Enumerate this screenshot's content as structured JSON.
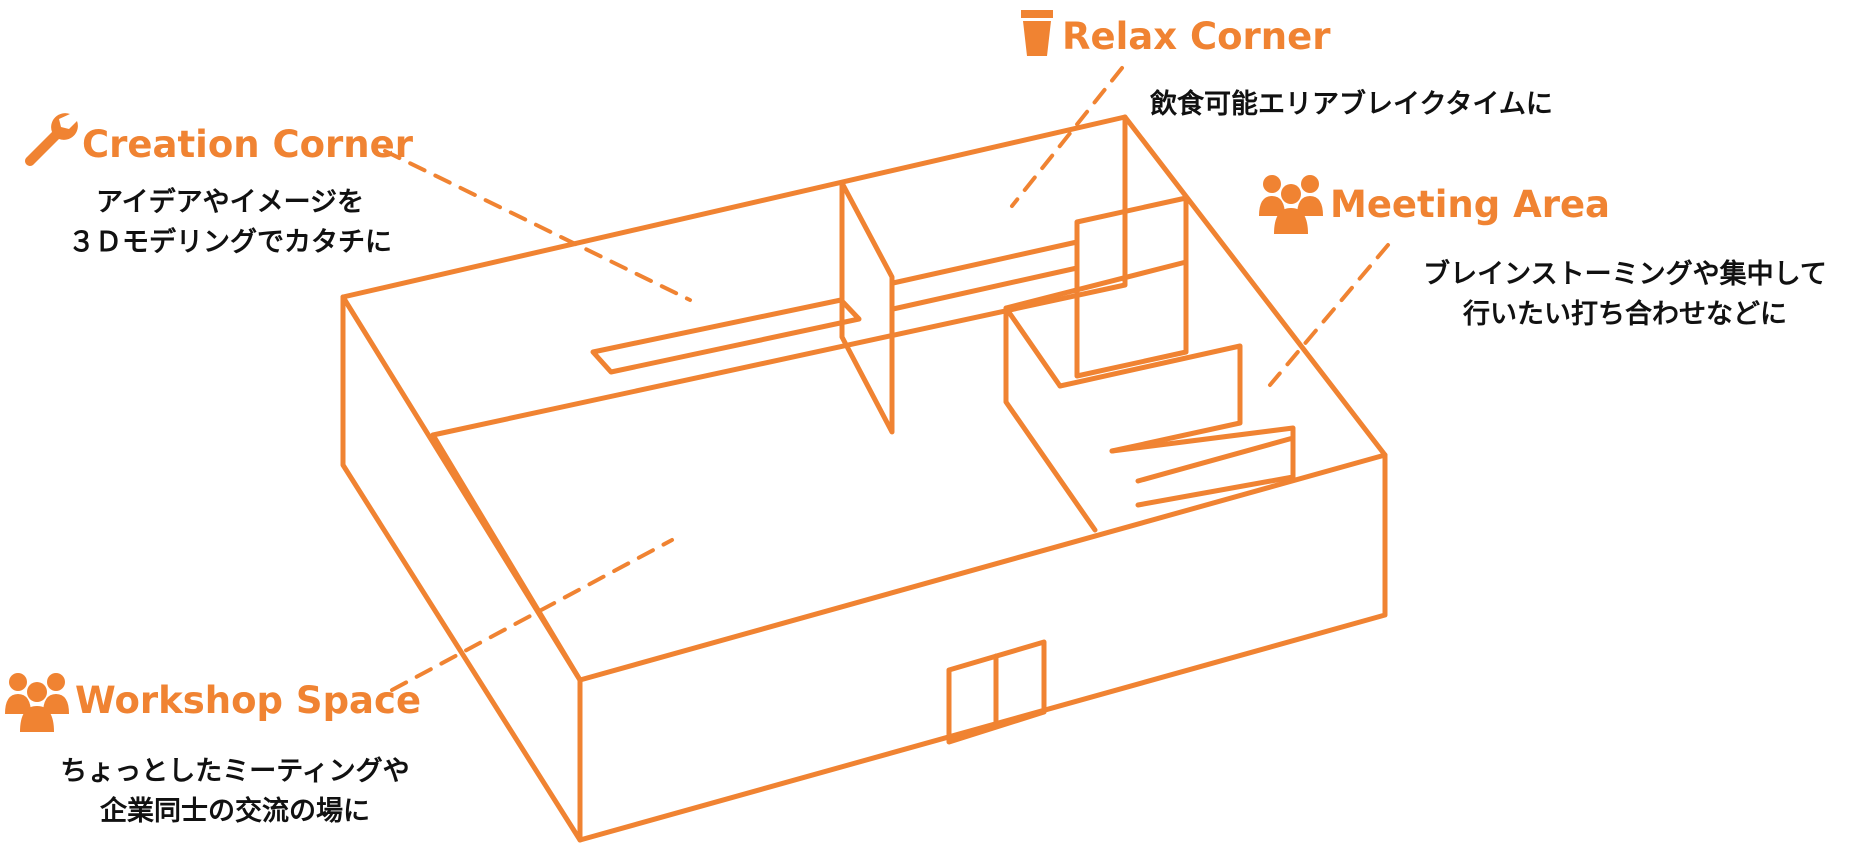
{
  "colors": {
    "accent": "#f08332",
    "text": "#111111",
    "background": "#ffffff"
  },
  "zones": {
    "creation": {
      "title": "Creation Corner",
      "icon": "wrench-icon",
      "lines": [
        "アイデアやイメージを",
        "３Ｄモデリングでカタチに"
      ]
    },
    "relax": {
      "title": "Relax Corner",
      "icon": "coffee-cup-icon",
      "lines": [
        "飲食可能エリアブレイクタイムに"
      ]
    },
    "meeting": {
      "title": "Meeting Area",
      "icon": "people-group-icon",
      "lines": [
        "ブレインストーミングや集中して",
        "行いたい打ち合わせなどに"
      ]
    },
    "workshop": {
      "title": "Workshop Space",
      "icon": "people-group-icon",
      "lines": [
        "ちょっとしたミーティングや",
        "企業同士の交流の場に"
      ]
    }
  }
}
